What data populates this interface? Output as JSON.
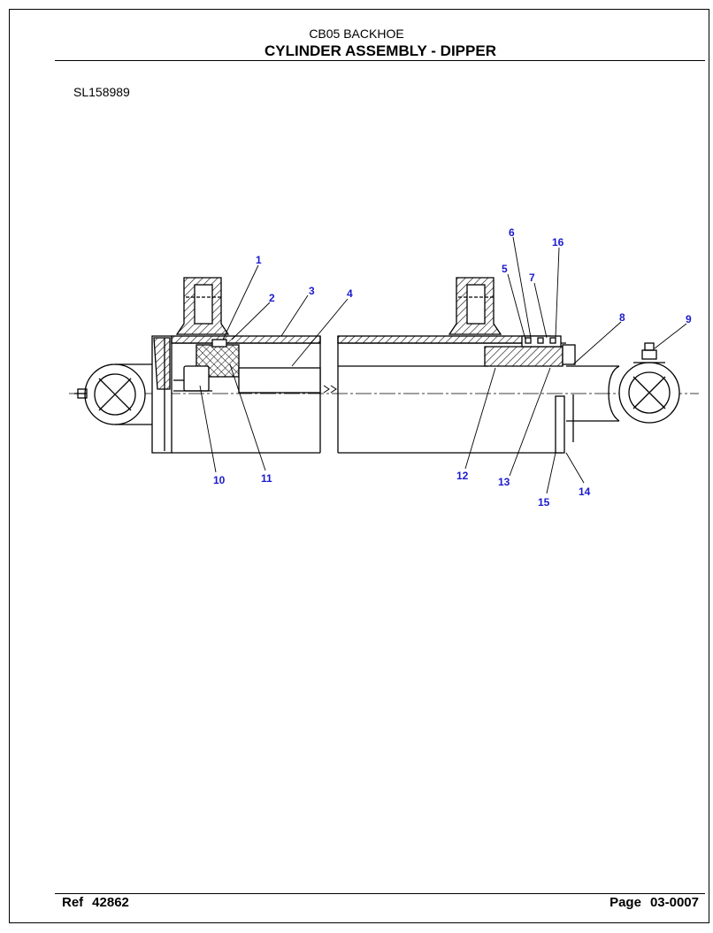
{
  "header": {
    "subtitle": "CB05 BACKHOE",
    "title": "CYLINDER ASSEMBLY - DIPPER"
  },
  "drawing_id": "SL158989",
  "callouts": [
    {
      "num": "1"
    },
    {
      "num": "2"
    },
    {
      "num": "3"
    },
    {
      "num": "4"
    },
    {
      "num": "5"
    },
    {
      "num": "6"
    },
    {
      "num": "7"
    },
    {
      "num": "8"
    },
    {
      "num": "9"
    },
    {
      "num": "10"
    },
    {
      "num": "11"
    },
    {
      "num": "12"
    },
    {
      "num": "13"
    },
    {
      "num": "14"
    },
    {
      "num": "15"
    },
    {
      "num": "16"
    }
  ],
  "footer": {
    "ref_label": "Ref",
    "ref_value": "42862",
    "page_label": "Page",
    "page_value": "03-0007"
  },
  "colors": {
    "callout": "#1a1ad0",
    "line": "#000000"
  }
}
